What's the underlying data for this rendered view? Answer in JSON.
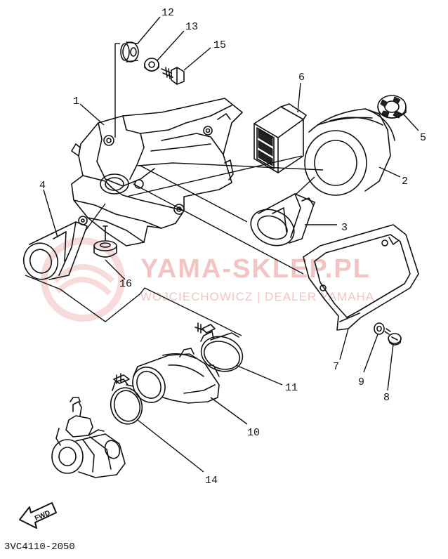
{
  "watermark": {
    "brand": "YAMA-SKLEP.PL",
    "subtitle": "WOJCIECHOWICZ | DEALER YAMAHA",
    "color": "#f2c4c4"
  },
  "diagram_code": "3VC4110-2050",
  "fwd_label": "FWD",
  "callouts": [
    "1",
    "2",
    "3",
    "4",
    "5",
    "6",
    "7",
    "8",
    "9",
    "10",
    "11",
    "12",
    "13",
    "14",
    "15",
    "16"
  ],
  "icons": {
    "fwd_arrow": "forward-arrow-icon",
    "logo": "dealer-logo-icon"
  }
}
